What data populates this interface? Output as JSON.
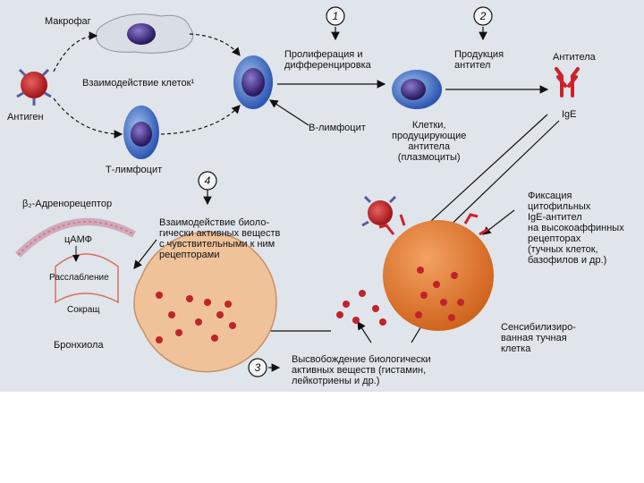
{
  "colors": {
    "background": "#dfe5ea",
    "antigen": "#c0242a",
    "cell_blue": "#3d6bc4",
    "nucleus": "#3d2a7a",
    "mast_cell": "#e07b33",
    "bronchiole": "#f0c29a",
    "mediator": "#c0242a",
    "ige": "#d0202a"
  },
  "labels": {
    "macrophage": "Макрофаг",
    "cell_interaction": "Взаимодействие клеток¹",
    "antigen": "Антиген",
    "t_lymphocyte": "Т-лимфоцит",
    "b_lymphocyte": "В-лимфоцит",
    "proliferation": "Пролиферация и\nдифференцировка",
    "antibody_production": "Продукция\nантител",
    "antibodies": "Антитела",
    "ige": "IgE",
    "plasma_cells": "Клетки,\nпродуцирующие\nантитела\n(плазмоциты)",
    "receptor": "β₂-Адренорецептор",
    "camp": "цАМФ",
    "relaxation": "Расслабление",
    "contraction": "Сокращ",
    "bronchiole": "Бронхиола",
    "interaction_substances": "Взаимодействие биоло-\nгически активных веществ\nс чувствительными к ним\nрецепторами",
    "fixation": "Фиксация\nцитофильных\nIgE-антител\nна высокоаффинных\nрецепторах\n(тучных клеток,\nбазофилов и др.)",
    "sensitized_mast_cell": "Сенсибилизиро-\nванная тучная\nклетка",
    "release": "Высвобождение биологически\nактивных веществ (гистамин,\nлейкотриены и др.)"
  },
  "steps": [
    "1",
    "2",
    "3",
    "4"
  ]
}
